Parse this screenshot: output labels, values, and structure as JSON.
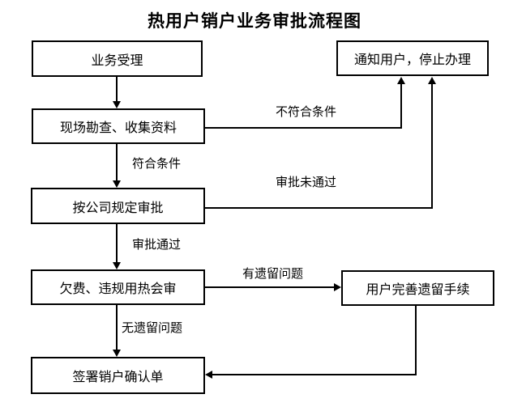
{
  "title": "热用户销户业务审批流程图",
  "nodes": {
    "accept": {
      "label": "业务受理"
    },
    "survey": {
      "label": "现场勘查、收集资料"
    },
    "approval": {
      "label": "按公司规定审批"
    },
    "review": {
      "label": "欠费、违规用热会审"
    },
    "complete": {
      "label": "用户完善遗留手续"
    },
    "sign": {
      "label": "签署销户确认单"
    },
    "notify": {
      "label": "通知用户，停止办理"
    }
  },
  "edge_labels": {
    "not_qualified": "不符合条件",
    "qualified": "符合条件",
    "approval_failed": "审批未通过",
    "approval_passed": "审批通过",
    "has_issues": "有遗留问题",
    "no_issues": "无遗留问题"
  },
  "colors": {
    "line": "#000000",
    "text": "#000000",
    "background": "#ffffff"
  }
}
